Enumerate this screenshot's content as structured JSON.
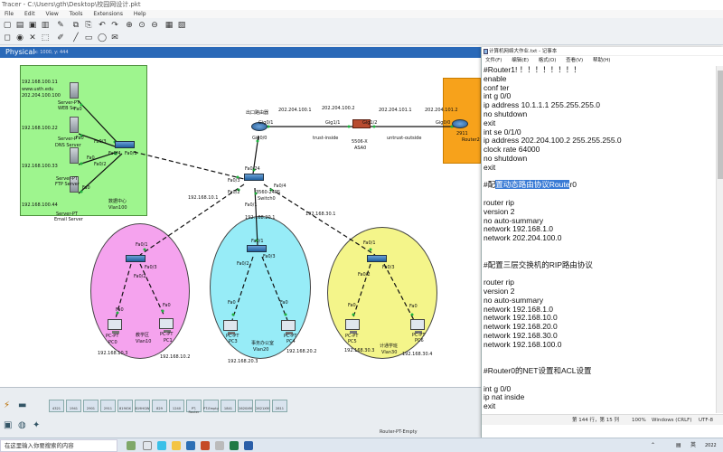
{
  "pt_window": {
    "title": "Tracer - C:\\Users\\gth\\Desktop\\校园网设计.pkt",
    "menu": [
      "File",
      "Edit",
      "View",
      "Tools",
      "Extensions",
      "Help"
    ],
    "mode_tab": "Physical",
    "coords": "x: 1000, y: 444"
  },
  "topology": {
    "zone_labels": {
      "server_zone_title": "",
      "right_router_zone": ""
    },
    "labels": {
      "web_url": "www.usth.edu",
      "ip_web": "192.168.100.11",
      "ip_web2": "202.204.100.100",
      "web_name": "Server-PT",
      "web_role": "WEB Se",
      "dns_ip": "192.168.100.22",
      "dns_name": "Server-P",
      "dns_role": "DNS Server",
      "ftp_ip": "192.168.100.33",
      "ftp_name": "Server-PT",
      "ftp_role": "FTP Server",
      "email_ip": "192.168.100.44",
      "email_name": "Server-PT",
      "email_role": "Email Server",
      "sw_ports1": "Fa0/4",
      "sw_ports2": "Fa0/1",
      "sw_port3": "Fa0/3",
      "sw_port4": "Fa0/2",
      "data_center": "数据中心",
      "vlan100": "Vlan100",
      "fa0_a": "Fa0",
      "fa0_b": "Fa0",
      "fa0_c": "Fa0",
      "fa0_d": "Fa0",
      "exit_router": "出口路由器",
      "gig0_0": "Gig0/0",
      "gig0_1": "Gig0/1",
      "ip_gw1": "202.204.100.1",
      "ip_gw2": "202.204.100.2",
      "gig1_1": "Gig1/1",
      "gig1_2": "Gig1/2",
      "trust_inside": "trust-inside",
      "asa": "5506-X",
      "asa2": "ASA0",
      "untrust": "untrust-outside",
      "ip_out1": "202.204.101.1",
      "ip_out2": "202.204.101.2",
      "gig0_0b": "Gig0/0",
      "r2911": "2911",
      "router2": "Router2",
      "core_sw": "3560-24PS",
      "core_sw2": "Switch0",
      "core_p1": "Fa0/24",
      "core_p2": "Fa0/3",
      "core_p3": "Fa0/2",
      "core_p4": "Fa0/4",
      "core_p5": "Fa0/1",
      "ip_v10": "192.168.10.1",
      "ip_v20": "192.168.20.1",
      "ip_v30": "192.168.30.1",
      "pink_fa01": "Fa0/1",
      "pink_fa03": "Fa0/3",
      "pink_fa02": "Fa0/2",
      "pink_fa0a": "Fa0",
      "pink_fa0b": "Fa0",
      "pc0": "PC-PT",
      "pc0b": "PC0",
      "pc1": "PC-PT",
      "pc1b": "PC1",
      "teach": "教学区",
      "vlan10": "Vlan10",
      "ip_pc0": "192.168.10.3",
      "ip_pc1": "192.168.10.2",
      "cyan_fa01": "Fa0/1",
      "cyan_fa03": "Fa0/3",
      "cyan_fa02": "Fa0/2",
      "cyan_fa0a": "Fa0",
      "cyan_fa0b": "Fa0",
      "pc3": "PC-PT",
      "pc3b": "PC3",
      "pc4": "PC-PT",
      "pc4b": "PC4",
      "office": "事务办公室",
      "vlan20": "Vlan20",
      "ip_pc3": "192.168.20.3",
      "ip_pc4": "192.168.20.2",
      "yel_fa01": "Fa0/1",
      "yel_fa03": "Fa0/3",
      "yel_fa02": "Fa0/2",
      "yel_fa0a": "Fa0",
      "yel_fa0b": "Fa0",
      "pc5": "PC-PT",
      "pc5b": "PC5",
      "pc6": "PC-PT",
      "pc6b": "PC6",
      "study": "计通学班",
      "vlan30": "Vlan30",
      "ip_pc5": "192.168.30.3",
      "ip_pc6": "192.168.30.4"
    }
  },
  "bottom_panel": {
    "models": [
      "4321",
      "1941",
      "2901",
      "2911",
      "819IOX",
      "819HGW",
      "829",
      "1240",
      "PT-Router",
      "PT-Empty",
      "1841",
      "2620XM",
      "2621XM",
      "2811"
    ],
    "selected_label": "Router-PT-Empty"
  },
  "taskbar": {
    "search_placeholder": "在这里输入你要搜索的内容",
    "tray_lang": "英",
    "tray_year": "2022"
  },
  "notepad": {
    "title": "计算机网络大作业.txt - 记事本",
    "menu": [
      "文件(F)",
      "编辑(E)",
      "格式(O)",
      "查看(V)",
      "帮助(H)"
    ],
    "lines": [
      "#Router1! ！！！！！！！！",
      "enable",
      "conf ter",
      "int g 0/0",
      "ip address 10.1.1.1 255.255.255.0",
      "no shutdown",
      "exit",
      "int se 0/1/0",
      "ip address 202.204.100.2 255.255.255.0",
      "clock rate 64000",
      "no shutdown",
      "exit",
      "",
      "#配置动态路由协议Router0",
      "",
      "router rip",
      "version 2",
      "no auto-summary",
      "network 192.168.1.0",
      "network 202.204.100.0",
      "",
      "",
      "#配置三层交换机的RIP路由协议",
      "",
      "router rip",
      "version 2",
      "no auto-summary",
      "network 192.168.1.0",
      "network 192.168.10.0",
      "network 192.168.20.0",
      "network 192.168.30.0",
      "network 192.168.100.0",
      "",
      "",
      "#Router0的NET设置和ACL设置",
      "",
      "int g 0/0",
      "ip nat inside",
      "exit"
    ],
    "highlight_line_index": 13,
    "highlight_prefix": "#配",
    "highlight_text": "置动态路由协议Route",
    "highlight_suffix": "r0",
    "status": {
      "position": "第 144 行，第 15 列",
      "zoom": "100%",
      "eol": "Windows (CRLF)",
      "encoding": "UTF-8"
    }
  }
}
